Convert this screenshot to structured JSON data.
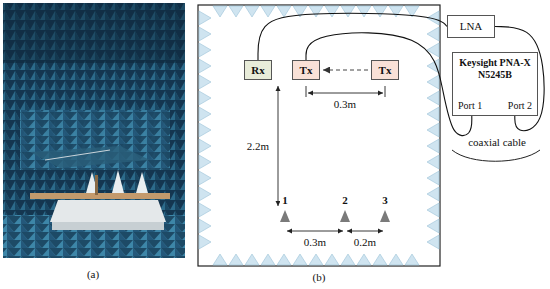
{
  "diagram": {
    "nodes": [
      {
        "text": [
          "Rx"
        ]
      },
      {
        "text": [
          "Tx"
        ]
      },
      {
        "text": [
          "Tx"
        ]
      },
      {
        "text": [
          "LNA"
        ]
      },
      {
        "text": [
          "Keysight PNA-X N5245B",
          "Port 1",
          "Port 2"
        ]
      }
    ],
    "edges": [
      {
        "from": 2,
        "to": 1,
        "arrow": "to"
      },
      {
        "from": 0,
        "to": 3,
        "arrow": "none"
      },
      {
        "from": 3,
        "to": 4,
        "arrow": "none"
      },
      {
        "from": 1,
        "to": 4,
        "arrow": "none"
      }
    ],
    "labels": [
      "(a)",
      "(b)",
      "0.3m",
      "2.2m",
      "1",
      "2",
      "3",
      "0.3m",
      "0.2m",
      "coaxial cable"
    ]
  }
}
